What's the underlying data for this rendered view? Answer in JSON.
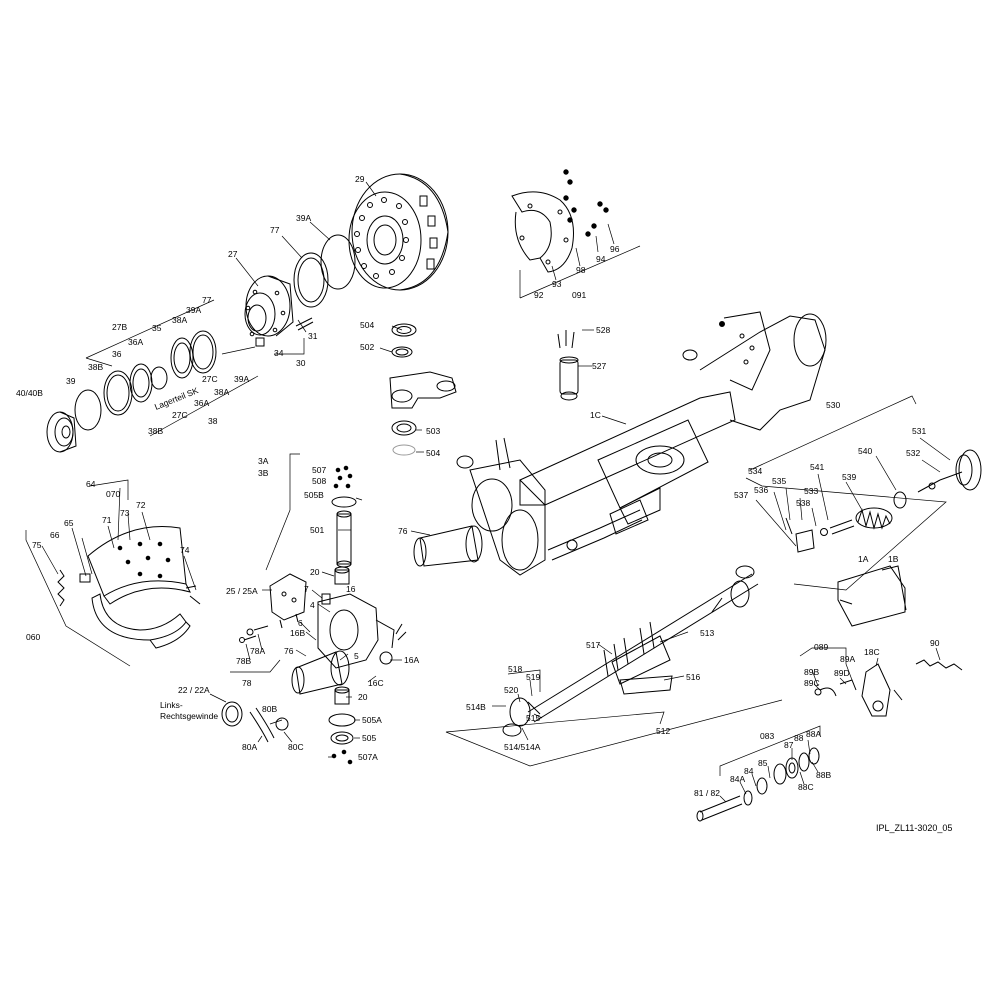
{
  "drawing_id": "IPL_ZL11-3020_05",
  "callouts": [
    {
      "id": "c29",
      "text": "29"
    },
    {
      "id": "c77a",
      "text": "77"
    },
    {
      "id": "c39A_top",
      "text": "39A"
    },
    {
      "id": "c27",
      "text": "27"
    },
    {
      "id": "c31",
      "text": "31"
    },
    {
      "id": "c34",
      "text": "34"
    },
    {
      "id": "c30",
      "text": "30"
    },
    {
      "id": "c77b",
      "text": "77"
    },
    {
      "id": "c39A_b",
      "text": "39A"
    },
    {
      "id": "c27B",
      "text": "27B"
    },
    {
      "id": "c38A",
      "text": "38A"
    },
    {
      "id": "c35",
      "text": "35"
    },
    {
      "id": "c36A",
      "text": "36A"
    },
    {
      "id": "c36",
      "text": "36"
    },
    {
      "id": "c38B",
      "text": "38B"
    },
    {
      "id": "c39",
      "text": "39"
    },
    {
      "id": "c40_40B",
      "text": "40/40B"
    },
    {
      "id": "c_lager",
      "text": "Lagerteil SK"
    },
    {
      "id": "c27C_a",
      "text": "27C"
    },
    {
      "id": "c39A_c",
      "text": "39A"
    },
    {
      "id": "c38A_b",
      "text": "38A"
    },
    {
      "id": "c36A_b",
      "text": "36A"
    },
    {
      "id": "c27C_b",
      "text": "27C"
    },
    {
      "id": "c38B_b",
      "text": "38B"
    },
    {
      "id": "c38",
      "text": "38"
    },
    {
      "id": "c92",
      "text": "92"
    },
    {
      "id": "c93",
      "text": "93"
    },
    {
      "id": "c98",
      "text": "98"
    },
    {
      "id": "c94",
      "text": "94"
    },
    {
      "id": "c96",
      "text": "96"
    },
    {
      "id": "c091",
      "text": "091"
    },
    {
      "id": "c504a",
      "text": "504"
    },
    {
      "id": "c502",
      "text": "502"
    },
    {
      "id": "c528",
      "text": "528"
    },
    {
      "id": "c527",
      "text": "527"
    },
    {
      "id": "c1C",
      "text": "1C"
    },
    {
      "id": "c503",
      "text": "503"
    },
    {
      "id": "c504b",
      "text": "504"
    },
    {
      "id": "c530",
      "text": "530"
    },
    {
      "id": "c531",
      "text": "531"
    },
    {
      "id": "c532",
      "text": "532"
    },
    {
      "id": "c540",
      "text": "540"
    },
    {
      "id": "c534",
      "text": "534"
    },
    {
      "id": "c541",
      "text": "541"
    },
    {
      "id": "c539",
      "text": "539"
    },
    {
      "id": "c535",
      "text": "535"
    },
    {
      "id": "c536",
      "text": "536"
    },
    {
      "id": "c533",
      "text": "533"
    },
    {
      "id": "c537",
      "text": "537"
    },
    {
      "id": "c538",
      "text": "538"
    },
    {
      "id": "c1A",
      "text": "1A"
    },
    {
      "id": "c1B",
      "text": "1B"
    },
    {
      "id": "c76a",
      "text": "76"
    },
    {
      "id": "c3A",
      "text": "3A"
    },
    {
      "id": "c3B",
      "text": "3B"
    },
    {
      "id": "c507a",
      "text": "507"
    },
    {
      "id": "c508",
      "text": "508"
    },
    {
      "id": "c505B",
      "text": "505B"
    },
    {
      "id": "c501",
      "text": "501"
    },
    {
      "id": "c20a",
      "text": "20"
    },
    {
      "id": "c25",
      "text": "25 / 25A"
    },
    {
      "id": "c7",
      "text": "7"
    },
    {
      "id": "c16",
      "text": "16"
    },
    {
      "id": "c4",
      "text": "4"
    },
    {
      "id": "c6",
      "text": "6"
    },
    {
      "id": "c16B",
      "text": "16B"
    },
    {
      "id": "c76b",
      "text": "76"
    },
    {
      "id": "c5",
      "text": "5"
    },
    {
      "id": "c16A",
      "text": "16A"
    },
    {
      "id": "c16C",
      "text": "16C"
    },
    {
      "id": "c20b",
      "text": "20"
    },
    {
      "id": "c505A",
      "text": "505A"
    },
    {
      "id": "c505",
      "text": "505"
    },
    {
      "id": "c507A",
      "text": "507A"
    },
    {
      "id": "c64",
      "text": "64"
    },
    {
      "id": "c070",
      "text": "070"
    },
    {
      "id": "c73",
      "text": "73"
    },
    {
      "id": "c72",
      "text": "72"
    },
    {
      "id": "c71",
      "text": "71"
    },
    {
      "id": "c65",
      "text": "65"
    },
    {
      "id": "c66",
      "text": "66"
    },
    {
      "id": "c75",
      "text": "75"
    },
    {
      "id": "c74",
      "text": "74"
    },
    {
      "id": "c060",
      "text": "060"
    },
    {
      "id": "c78A",
      "text": "78A"
    },
    {
      "id": "c78B",
      "text": "78B"
    },
    {
      "id": "c78",
      "text": "78"
    },
    {
      "id": "c22",
      "text": "22 / 22A"
    },
    {
      "id": "c_links",
      "text": "Links-"
    },
    {
      "id": "c_rechts",
      "text": "Rechtsgewinde"
    },
    {
      "id": "c80B",
      "text": "80B"
    },
    {
      "id": "c80A",
      "text": "80A"
    },
    {
      "id": "c80C",
      "text": "80C"
    },
    {
      "id": "c518",
      "text": "518"
    },
    {
      "id": "c519",
      "text": "519"
    },
    {
      "id": "c520",
      "text": "520"
    },
    {
      "id": "c514B",
      "text": "514B"
    },
    {
      "id": "c515",
      "text": "515"
    },
    {
      "id": "c514",
      "text": "514/514A"
    },
    {
      "id": "c517",
      "text": "517"
    },
    {
      "id": "c513",
      "text": "513"
    },
    {
      "id": "c516",
      "text": "516"
    },
    {
      "id": "c512",
      "text": "512"
    },
    {
      "id": "c089",
      "text": "089"
    },
    {
      "id": "c89B",
      "text": "89B"
    },
    {
      "id": "c89A",
      "text": "89A"
    },
    {
      "id": "c89C",
      "text": "89C"
    },
    {
      "id": "c89D",
      "text": "89D"
    },
    {
      "id": "c18C",
      "text": "18C"
    },
    {
      "id": "c90",
      "text": "90"
    },
    {
      "id": "c083",
      "text": "083"
    },
    {
      "id": "c88",
      "text": "88"
    },
    {
      "id": "c88A",
      "text": "88A"
    },
    {
      "id": "c87",
      "text": "87"
    },
    {
      "id": "c85",
      "text": "85"
    },
    {
      "id": "c84",
      "text": "84"
    },
    {
      "id": "c84A",
      "text": "84A"
    },
    {
      "id": "c88B",
      "text": "88B"
    },
    {
      "id": "c88C",
      "text": "88C"
    },
    {
      "id": "c81",
      "text": "81 / 82"
    }
  ]
}
